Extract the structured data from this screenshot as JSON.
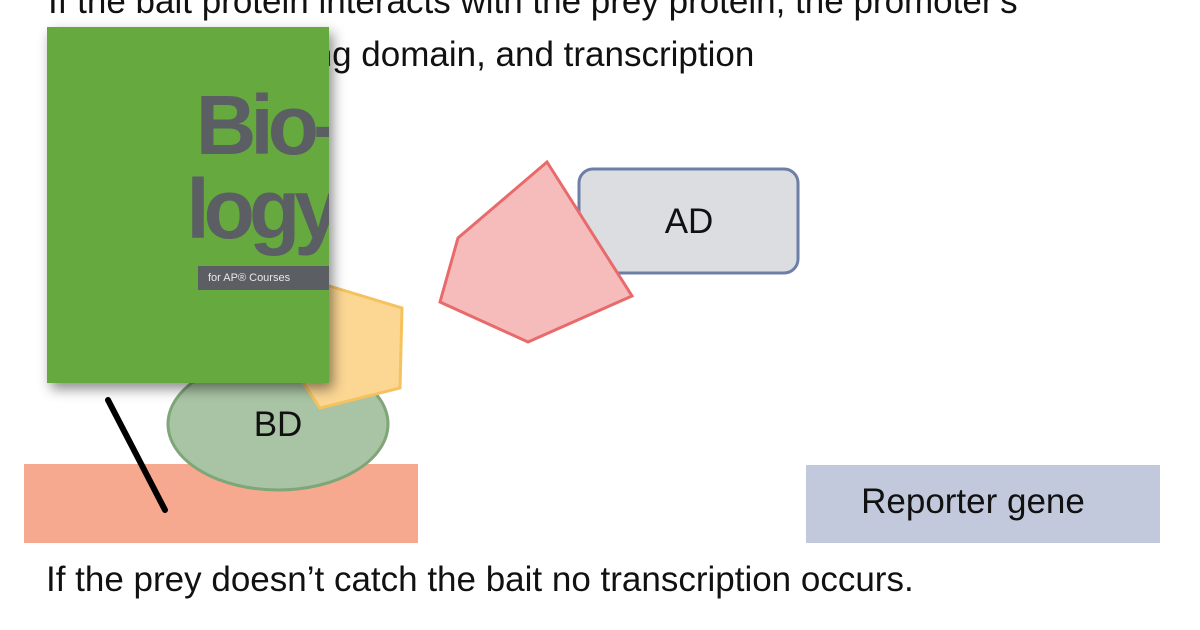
{
  "captions": {
    "top_line_1": "If the bait protein interacts with the prey protein, the promoter's",
    "top_line_2": "binds to the binding domain, and transcription",
    "bottom": "If the prey doesn’t catch the bait no transcription occurs."
  },
  "diagram": {
    "ad_label": "AD",
    "bd_label": "BD",
    "reporter_label": "Reporter gene",
    "colors": {
      "dna": "#f7a98f",
      "bd_fill": "#a9c4a4",
      "bd_stroke": "#7fa678",
      "bait_fill": "#fcd794",
      "bait_stroke": "#f4c25e",
      "prey_fill": "#f6bcbc",
      "prey_stroke": "#e86a6a",
      "ad_fill": "#dcdde1",
      "ad_stroke": "#6d7fa6",
      "reporter_fill": "#c3c9dc"
    }
  },
  "book_cover": {
    "title_line_1": "Bio-",
    "title_line_2": "logy",
    "subtitle": "for AP® Courses",
    "colors": {
      "background": "#65a93f",
      "title": "#5b5e63"
    }
  }
}
